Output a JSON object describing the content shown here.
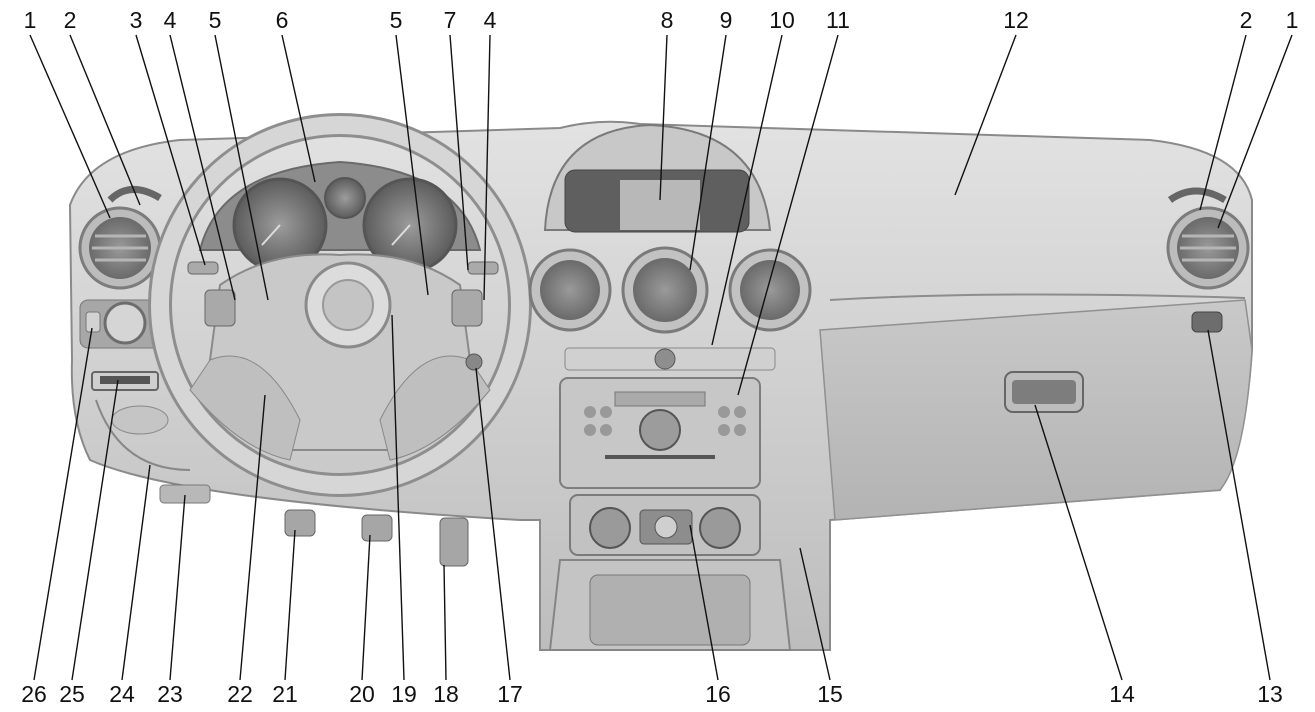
{
  "callouts_top": [
    "1",
    "2",
    "3",
    "4",
    "5",
    "6",
    "5",
    "7",
    "4",
    "8",
    "9",
    "10",
    "11",
    "12",
    "2",
    "1"
  ],
  "callouts_bottom": [
    "26",
    "25",
    "24",
    "23",
    "22",
    "21",
    "20",
    "19",
    "18",
    "17",
    "16",
    "15",
    "14",
    "13"
  ],
  "colors": {
    "dash": "#d3d3d3",
    "dash_dark": "#a9a9a9",
    "dash_shadow": "#8d8d8d",
    "wheel": "#cfcfcf",
    "vent": "#7d7d7d",
    "line": "#111111"
  }
}
